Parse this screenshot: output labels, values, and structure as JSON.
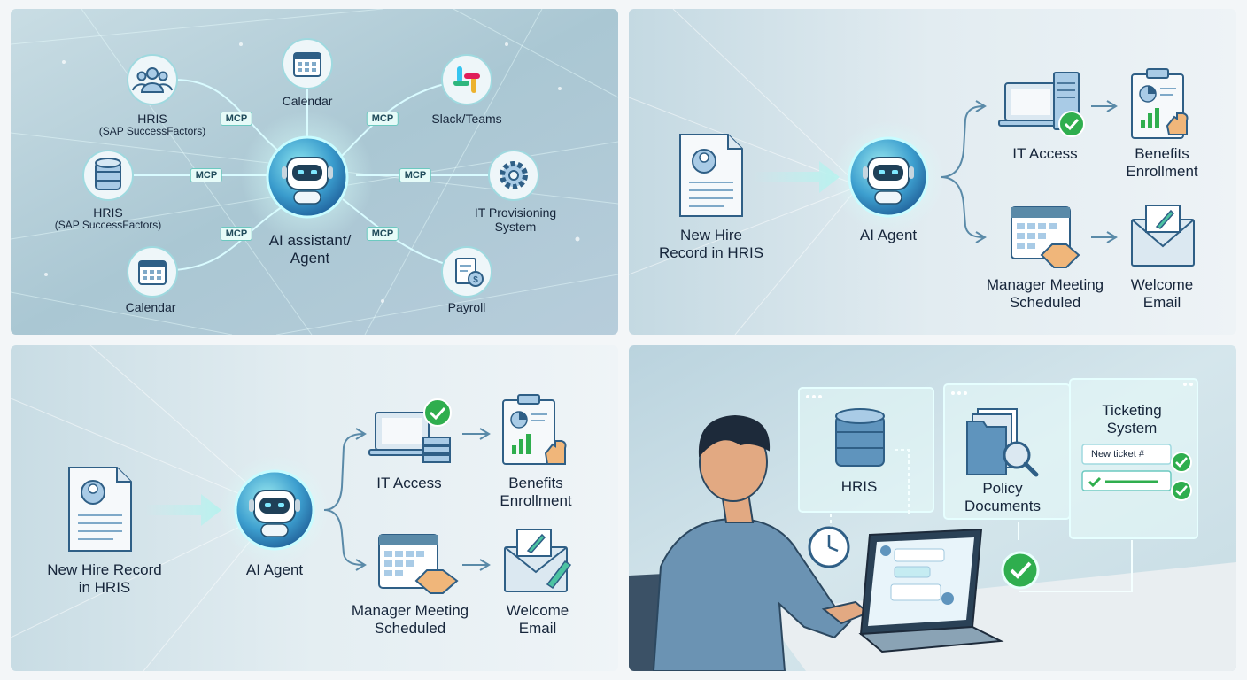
{
  "panel1": {
    "center_label": "AI assistant/\nAgent",
    "mcp_label": "MCP",
    "nodes": [
      {
        "label": "HRIS",
        "sublabel": "(SAP SuccessFactors)",
        "icon": "people-icon"
      },
      {
        "label": "Calendar",
        "icon": "calendar-icon"
      },
      {
        "label": "Slack/Teams",
        "icon": "slack-icon"
      },
      {
        "label": "HRIS",
        "sublabel": "(SAP SuccessFactors)",
        "icon": "database-icon"
      },
      {
        "label": "IT Provisioning\nSystem",
        "icon": "gear-icon"
      },
      {
        "label": "Calendar",
        "icon": "calendar-icon"
      },
      {
        "label": "Payroll",
        "icon": "payroll-icon"
      }
    ]
  },
  "panel2": {
    "source": "New Hire\nRecord in HRIS",
    "agent": "AI Agent",
    "it_access": "IT Access",
    "benefits": "Benefits\nEnrollment",
    "manager": "Manager Meeting\nScheduled",
    "welcome": "Welcome\nEmail"
  },
  "panel3": {
    "source": "New Hire Record\nin HRIS",
    "agent": "AI Agent",
    "it_access": "IT Access",
    "benefits": "Benefits\nEnrollment",
    "manager": "Manager Meeting\nScheduled",
    "welcome": "Welcome\nEmail"
  },
  "panel4": {
    "hris": "HRIS",
    "policy": "Policy\nDocuments",
    "ticketing": "Ticketing\nSystem",
    "ticket_text": "New ticket #"
  },
  "colors": {
    "accent_teal": "#3ec9bd",
    "check_green": "#2fae4e",
    "node_blue": "#2f6a92",
    "text_dark": "#16253a"
  }
}
